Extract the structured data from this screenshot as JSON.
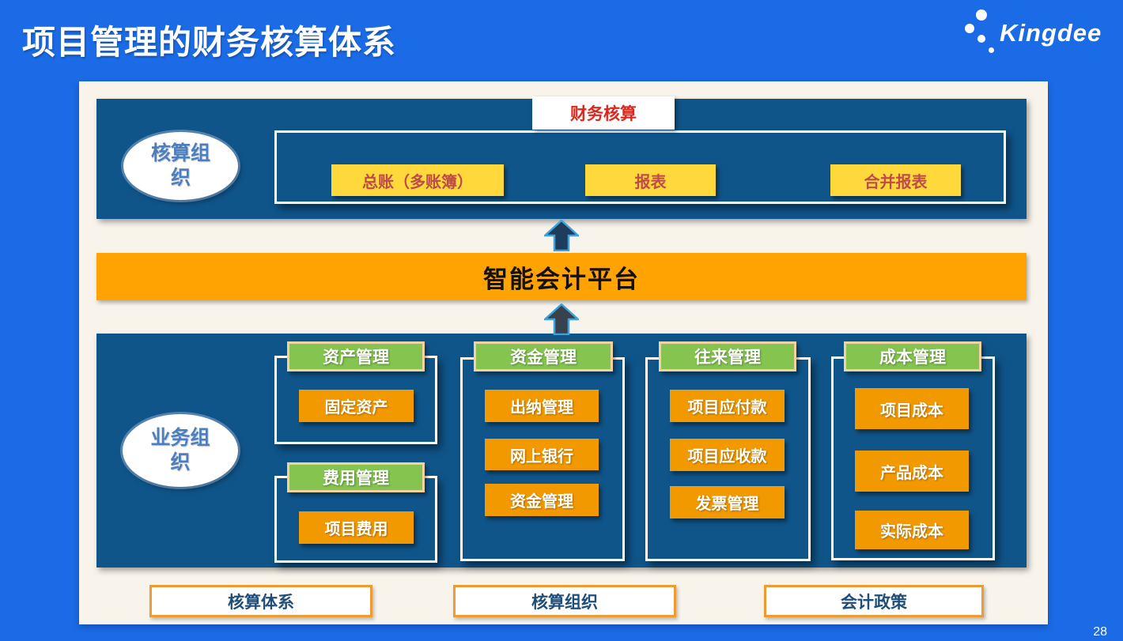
{
  "header": {
    "title": "项目管理的财务核算体系",
    "logo_text": "Kingdee"
  },
  "accounting_org": {
    "ellipse_label": "核算组织",
    "group_label": "财务核算",
    "items": [
      "总账（多账簿）",
      "报表",
      "合并报表"
    ]
  },
  "platform": {
    "label": "智能会计平台"
  },
  "business_org": {
    "ellipse_label": "业务组织",
    "columns": [
      {
        "header": "资产管理",
        "items": [
          "固定资产"
        ]
      },
      {
        "header": "费用管理",
        "items": [
          "项目费用"
        ]
      },
      {
        "header": "资金管理",
        "items": [
          "出纳管理",
          "网上银行",
          "资金管理"
        ]
      },
      {
        "header": "往来管理",
        "items": [
          "项目应付款",
          "项目应收款",
          "发票管理"
        ]
      },
      {
        "header": "成本管理",
        "items": [
          "项目成本",
          "产品成本",
          "实际成本"
        ]
      }
    ]
  },
  "footer": {
    "boxes": [
      "核算体系",
      "核算组织",
      "会计政策"
    ],
    "page_number": "28"
  },
  "colors": {
    "background_blue": "#1B6BE6",
    "content_cream": "#F8F4EC",
    "panel_navy": "#0F558A",
    "yellow_box": "#FFD83C",
    "yellow_box_text": "#BE4B48",
    "red_label_text": "#E0261B",
    "platform_orange": "#FFA303",
    "item_orange": "#F39900",
    "header_green": "#84C44F",
    "green_border_tan": "#F2D2A2",
    "ellipse_text_blue": "#4D7FBE",
    "footer_border_orange": "#ED9B33",
    "footer_text_blue": "#1F4E79"
  }
}
